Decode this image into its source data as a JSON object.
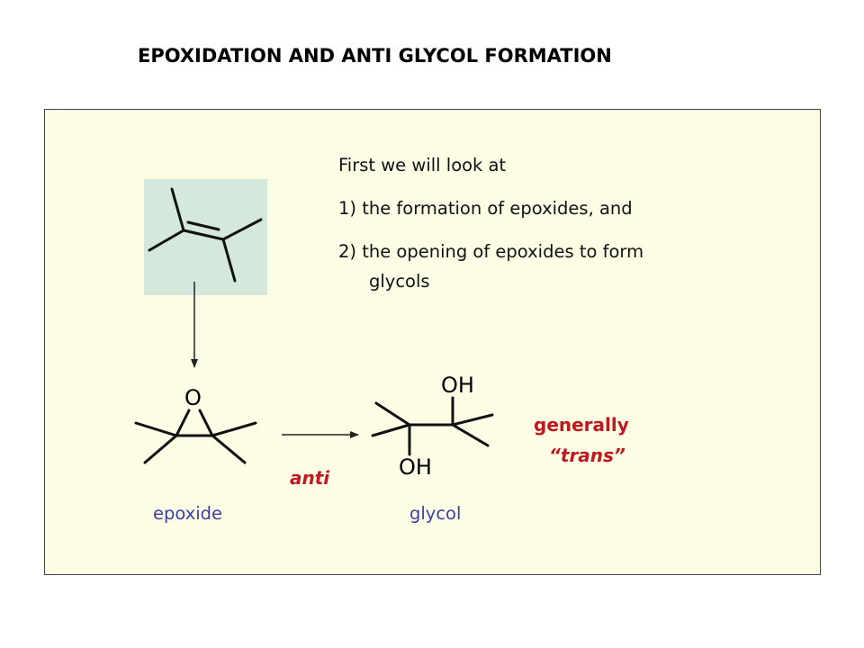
{
  "title": "EPOXIDATION AND ANTI GLYCOL FORMATION",
  "intro": {
    "line1": "First we will look at",
    "line2": "1) the formation of epoxides, and",
    "line3": "2) the opening of epoxides to form",
    "line4": "glycols"
  },
  "epoxide": {
    "oxygen": "O",
    "label": "epoxide"
  },
  "glycol": {
    "oh_top": "OH",
    "oh_bottom": "OH",
    "label": "glycol"
  },
  "reaction": {
    "condition": "anti"
  },
  "note": {
    "line1": "generally",
    "line2": "“trans”"
  },
  "colors": {
    "panel_bg": "#fdfde6",
    "alkene_highlight": "#d4e8dc",
    "red_text": "#c0181e",
    "blue_text": "#3b3fa0"
  }
}
